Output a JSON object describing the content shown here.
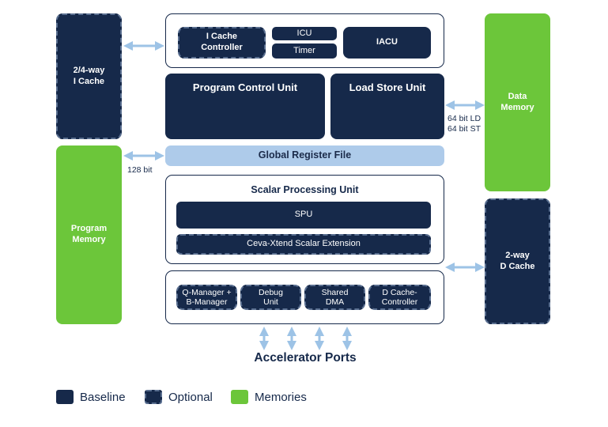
{
  "blocks": {
    "icache": "2/4-way\nI Cache",
    "icache_controller": "I Cache\nController",
    "icu": "ICU",
    "timer": "Timer",
    "iacu": "IACU",
    "program_control_unit": "Program Control Unit",
    "load_store_unit": "Load Store Unit",
    "data_memory": "Data\nMemory",
    "program_memory": "Program\nMemory",
    "global_register_file": "Global Register File",
    "scalar_processing_unit": "Scalar Processing Unit",
    "spu": "SPU",
    "ceva_xtend": "Ceva-Xtend Scalar Extension",
    "dcache": "2-way\nD Cache",
    "q_manager": "Q-Manager +\nB-Manager",
    "debug_unit": "Debug\nUnit",
    "shared_dma": "Shared\nDMA",
    "dcache_controller": "D Cache-\nController"
  },
  "labels": {
    "bus_128": "128 bit",
    "bus_64": "64 bit LD\n64 bit ST",
    "accelerator_ports": "Accelerator Ports"
  },
  "legend": {
    "baseline": "Baseline",
    "optional": "Optional",
    "memories": "Memories"
  },
  "colors": {
    "baseline": "#16294a",
    "memory": "#6cc63a",
    "register_file": "#aecbea",
    "arrow": "#9dc3e6"
  }
}
